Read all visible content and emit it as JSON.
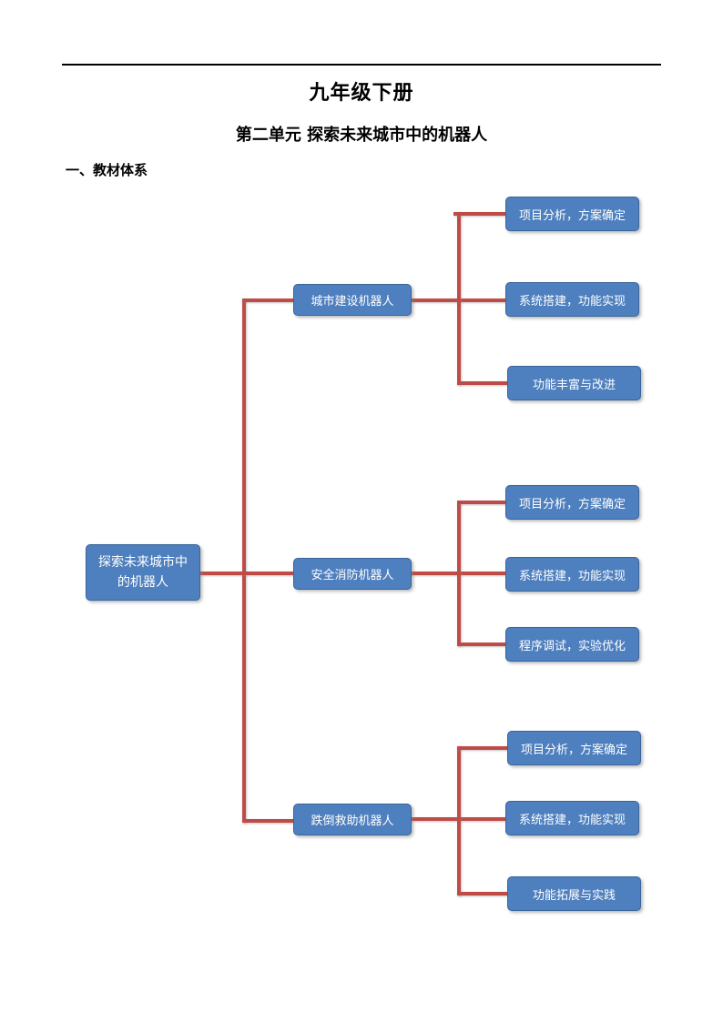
{
  "document": {
    "title": "九年级下册",
    "subtitle": "第二单元  探索未来城市中的机器人",
    "section_heading": "一、教材体系"
  },
  "chart_data": {
    "type": "tree",
    "title": "教材体系",
    "root": "探索未来城市中的机器人",
    "branches": [
      {
        "label": "城市建设机器人",
        "children": [
          "项目分析，方案确定",
          "系统搭建，功能实现",
          "功能丰富与改进"
        ]
      },
      {
        "label": "安全消防机器人",
        "children": [
          "项目分析，方案确定",
          "系统搭建，功能实现",
          "程序调试，实验优化"
        ]
      },
      {
        "label": "跌倒救助机器人",
        "children": [
          "项目分析，方案确定",
          "系统搭建，功能实现",
          "功能拓展与实践"
        ]
      }
    ],
    "node_color": "#4e7fbe",
    "connector_color": "#bf4b47"
  }
}
